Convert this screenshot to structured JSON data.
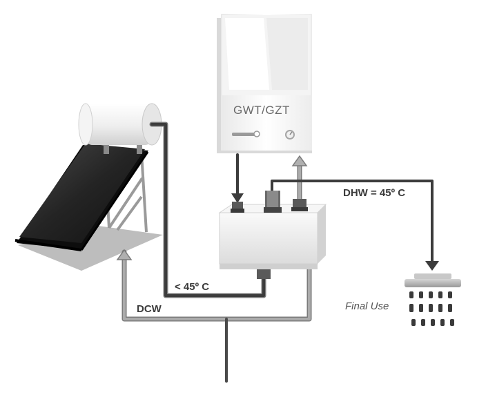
{
  "labels": {
    "boiler": "GWT/GZT",
    "dhw": "DHW = 45º C",
    "lt45": "< 45º C",
    "dcw": "DCW",
    "final_use": "Final Use"
  },
  "colors": {
    "pipe_hot": "#3c3c3c",
    "pipe_cold": "#a8a8a8",
    "pipe_outline": "#7a7a7a",
    "device_body": "#f2f2f2",
    "panel_dark": "#1e1e1e",
    "shadow": "#b9b9b9"
  },
  "icons": [
    "solar-collector-icon",
    "storage-tank-icon",
    "boiler-unit-icon",
    "mixing-valve-icon",
    "shower-head-icon"
  ]
}
